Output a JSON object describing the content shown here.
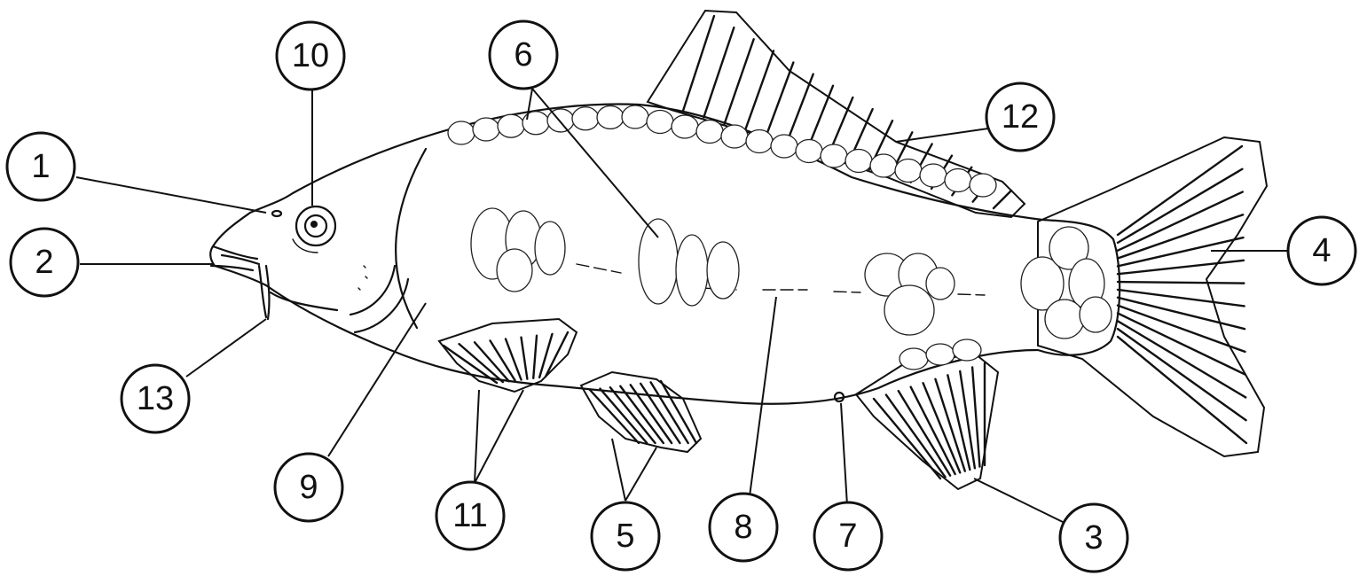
{
  "diagram": {
    "subject": "carp-external-anatomy",
    "callouts": [
      {
        "id": "c1",
        "text": "1"
      },
      {
        "id": "c2",
        "text": "2"
      },
      {
        "id": "c3",
        "text": "3"
      },
      {
        "id": "c4",
        "text": "4"
      },
      {
        "id": "c5",
        "text": "5"
      },
      {
        "id": "c6",
        "text": "6"
      },
      {
        "id": "c7",
        "text": "7"
      },
      {
        "id": "c8",
        "text": "8"
      },
      {
        "id": "c9",
        "text": "9"
      },
      {
        "id": "c10",
        "text": "10"
      },
      {
        "id": "c11",
        "text": "11"
      },
      {
        "id": "c12",
        "text": "12"
      },
      {
        "id": "c13",
        "text": "13"
      }
    ]
  },
  "colors": {
    "ink": "#111111",
    "background": "#ffffff"
  }
}
